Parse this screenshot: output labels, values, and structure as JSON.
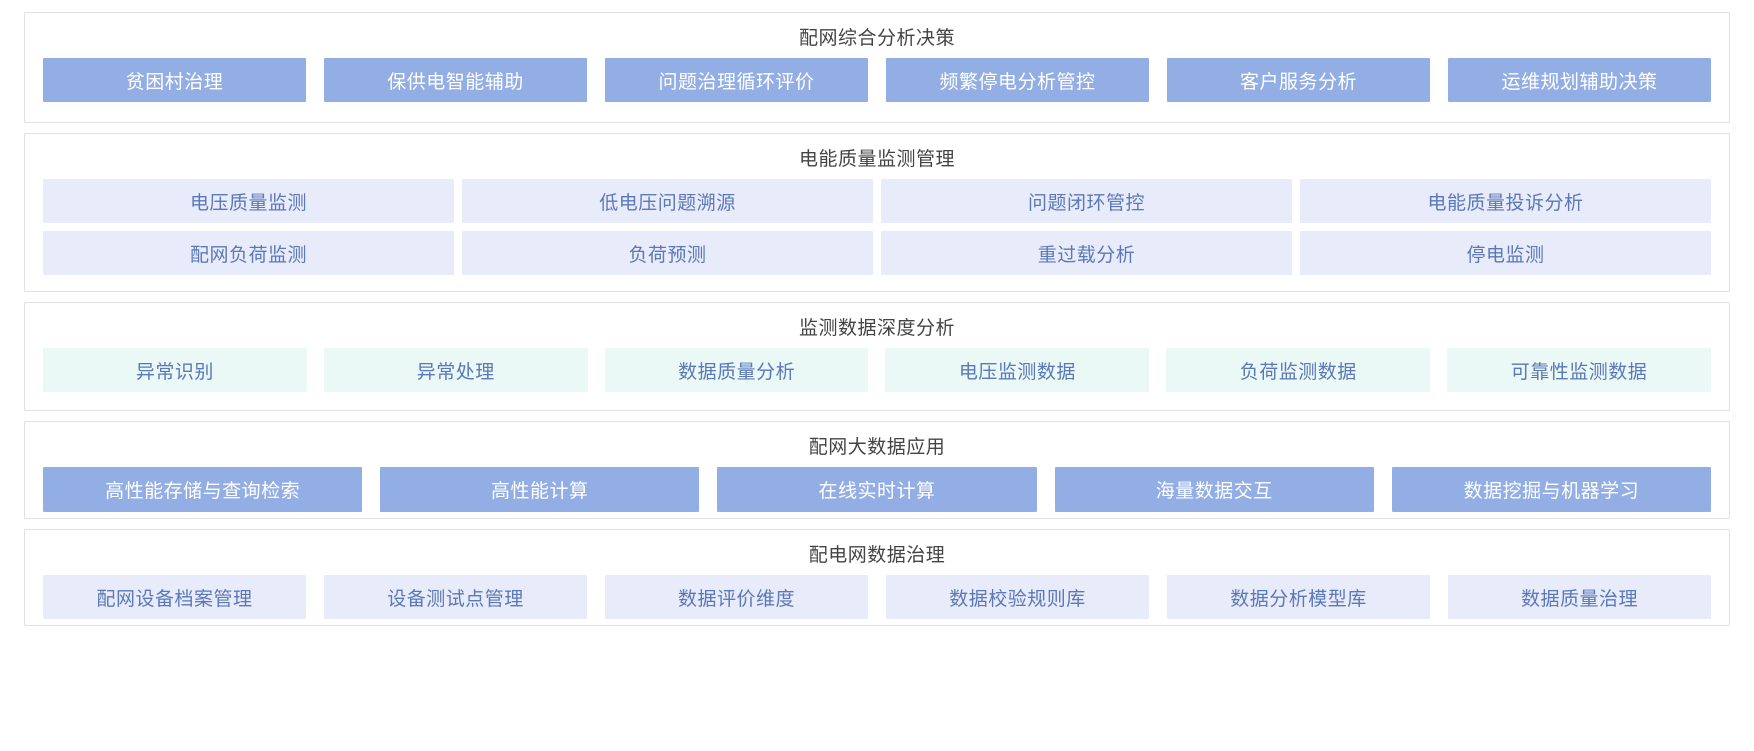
{
  "sections": [
    {
      "id": "comprehensive-analysis-decision",
      "title": "配网综合分析决策",
      "style": "solid",
      "rows": [
        {
          "items": [
            "贫困村治理",
            "保供电智能辅助",
            "问题治理循环评价",
            "频繁停电分析管控",
            "客户服务分析",
            "运维规划辅助决策"
          ]
        }
      ]
    },
    {
      "id": "power-quality-monitoring-management",
      "title": "电能质量监测管理",
      "style": "lavender",
      "rows": [
        {
          "items": [
            "电压质量监测",
            "低电压问题溯源",
            "问题闭环管控",
            "电能质量投诉分析"
          ]
        },
        {
          "items": [
            "配网负荷监测",
            "负荷预测",
            "重过载分析",
            "停电监测"
          ]
        }
      ]
    },
    {
      "id": "monitoring-data-deep-analysis",
      "title": "监测数据深度分析",
      "style": "mint",
      "rows": [
        {
          "items": [
            "异常识别",
            "异常处理",
            "数据质量分析",
            "电压监测数据",
            "负荷监测数据",
            "可靠性监测数据"
          ]
        }
      ]
    },
    {
      "id": "distribution-network-bigdata-application",
      "title": "配网大数据应用",
      "style": "solid",
      "rows": [
        {
          "items": [
            "高性能存储与查询检索",
            "高性能计算",
            "在线实时计算",
            "海量数据交互",
            "数据挖掘与机器学习"
          ]
        }
      ]
    },
    {
      "id": "distribution-network-data-governance",
      "title": "配电网数据治理",
      "style": "lavender",
      "rows": [
        {
          "items": [
            "配网设备档案管理",
            "设备测试点管理",
            "数据评价维度",
            "数据校验规则库",
            "数据分析模型库",
            "数据质量治理"
          ]
        }
      ]
    }
  ],
  "colors": {
    "solid_bg": "#93aee4",
    "solid_text": "#ffffff",
    "lavender_bg": "#e8ebfa",
    "mint_bg": "#eaf8f6",
    "chip_text": "#5b78b8",
    "title_text": "#444444",
    "panel_border": "#e0e0e0",
    "page_bg": "#ffffff"
  }
}
